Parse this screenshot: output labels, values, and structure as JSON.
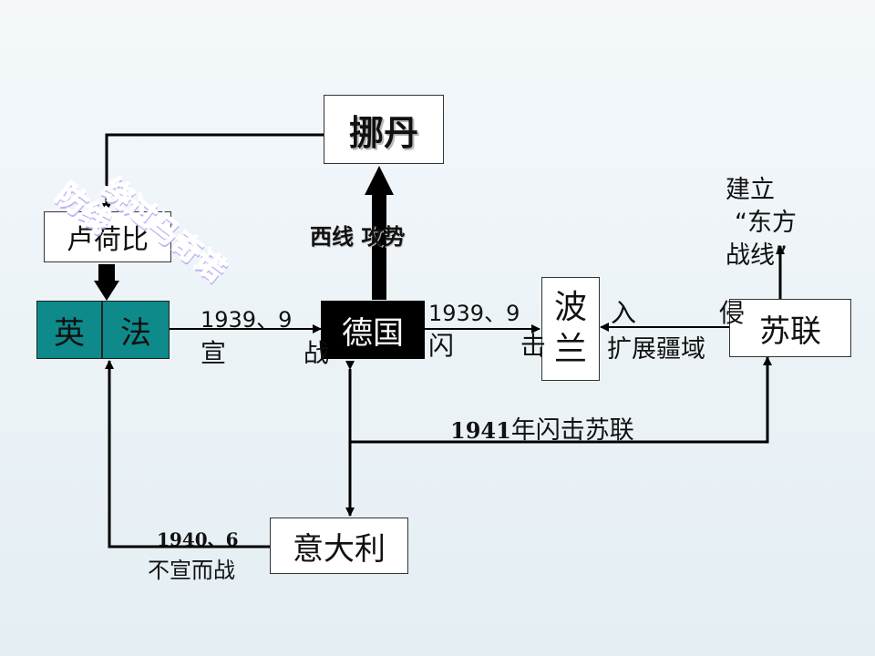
{
  "nodes": {
    "norway": "挪丹",
    "benelux": "卢荷比",
    "britain": "英",
    "france": "法",
    "germany": "德国",
    "poland_1": "波",
    "poland_2": "兰",
    "ussr": "苏联",
    "italy": "意大利"
  },
  "labels": {
    "bypass_line1": "绕过马奇诺",
    "bypass_line2": "防线",
    "west_front": "西线 攻势",
    "uk_fr_date": "1939、9",
    "uk_fr_action": "宣　 战",
    "poland_date": "1939、9",
    "poland_action": "闪　  击",
    "ussr_invade": "入　  侵",
    "ussr_expand": "扩展疆域",
    "east_front_1": "建立",
    "east_front_2": "“东方",
    "east_front_3": "战线”",
    "attack_ussr_year": "1941",
    "attack_ussr_text": "年闪击苏联",
    "italy_date": "1940、6",
    "italy_action": "不宣而战"
  },
  "colors": {
    "teal": "#0e8a8a",
    "germany_bg": "#000000",
    "stamp_text": "#6a3ee0"
  }
}
